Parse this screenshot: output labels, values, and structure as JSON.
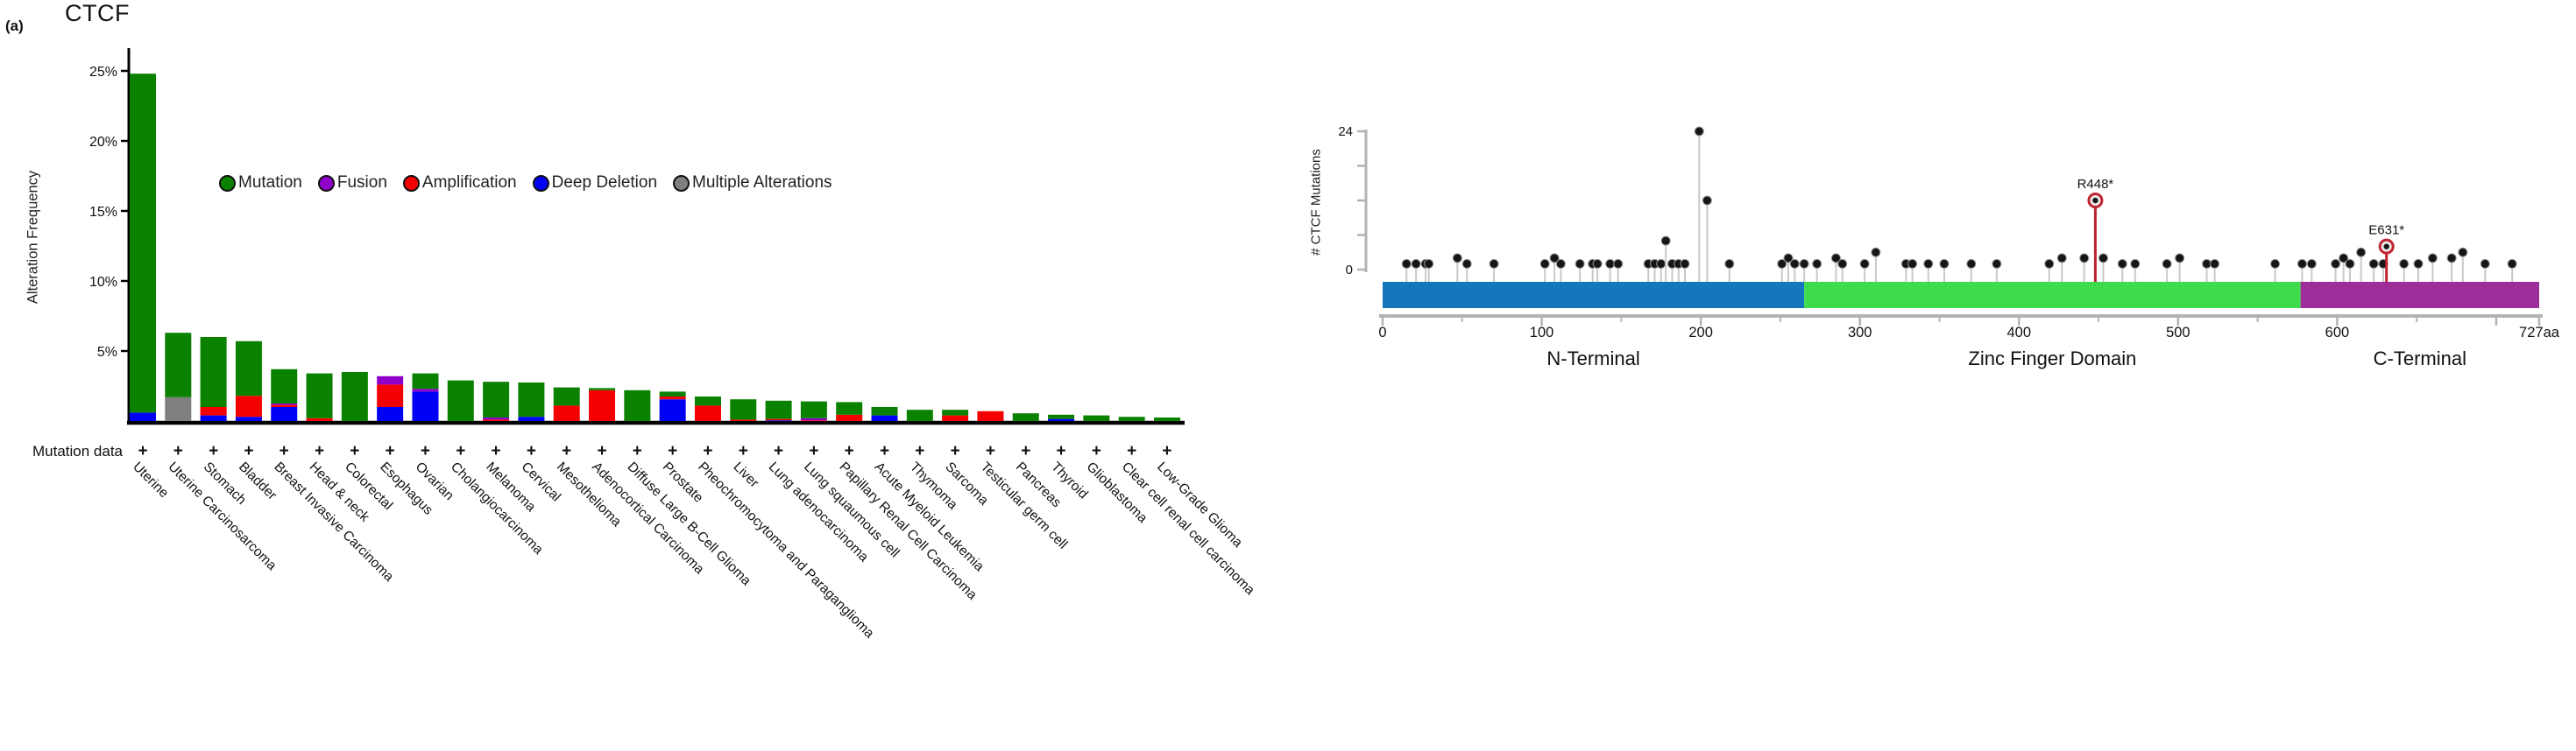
{
  "figure_label": "(a)",
  "colors": {
    "alteration_colors": {
      "mutation": "#0a8200",
      "fusion": "#8f00c9",
      "amplification": "#f40000",
      "deep_deletion": "#0000f5",
      "multiple_alterations": "#7f7f7f"
    },
    "axis_black": "#000000",
    "lollipop_axis_gray": "#b3b3b3",
    "lollipop_stem_gray": "#c9c9c9",
    "lollipop_dot": "#161616",
    "lollipop_highlight_red": "#c02430"
  },
  "chart_data": [
    {
      "type": "bar",
      "title": "CTCF",
      "ylabel": "Alteration Frequency",
      "ylim": [
        0,
        26.5
      ],
      "yticks": [
        5,
        10,
        15,
        20,
        25
      ],
      "ytick_suffix": "%",
      "grid": false,
      "legend_position": "upper-middle",
      "legend": [
        {
          "label": "Mutation",
          "type": "mutation"
        },
        {
          "label": "Fusion",
          "type": "fusion"
        },
        {
          "label": "Amplification",
          "type": "amplification"
        },
        {
          "label": "Deep Deletion",
          "type": "deep_deletion"
        },
        {
          "label": "Multiple Alterations",
          "type": "multiple_alterations"
        }
      ],
      "mutation_data_label": "Mutation data",
      "mutation_data_marker": "+",
      "bars": [
        {
          "name": "Uterine",
          "segments": [
            {
              "type": "deep_deletion",
              "value": 0.6
            },
            {
              "type": "mutation",
              "value": 24.2
            }
          ]
        },
        {
          "name": "Uterine Carcinosarcoma",
          "segments": [
            {
              "type": "multiple_alterations",
              "value": 1.7
            },
            {
              "type": "mutation",
              "value": 4.6
            }
          ]
        },
        {
          "name": "Stomach",
          "segments": [
            {
              "type": "deep_deletion",
              "value": 0.4
            },
            {
              "type": "amplification",
              "value": 0.6
            },
            {
              "type": "mutation",
              "value": 5.0
            }
          ]
        },
        {
          "name": "Bladder",
          "segments": [
            {
              "type": "deep_deletion",
              "value": 0.3
            },
            {
              "type": "amplification",
              "value": 1.5
            },
            {
              "type": "mutation",
              "value": 3.9
            }
          ]
        },
        {
          "name": "Breast Invasive Carcinoma",
          "segments": [
            {
              "type": "deep_deletion",
              "value": 1.0
            },
            {
              "type": "amplification",
              "value": 0.15
            },
            {
              "type": "fusion",
              "value": 0.1
            },
            {
              "type": "mutation",
              "value": 2.45
            }
          ]
        },
        {
          "name": "Head & neck",
          "segments": [
            {
              "type": "amplification",
              "value": 0.2
            },
            {
              "type": "mutation",
              "value": 3.2
            }
          ]
        },
        {
          "name": "Colorectal",
          "segments": [
            {
              "type": "mutation",
              "value": 3.5
            }
          ]
        },
        {
          "name": "Esophagus",
          "segments": [
            {
              "type": "deep_deletion",
              "value": 1.0
            },
            {
              "type": "amplification",
              "value": 1.6
            },
            {
              "type": "fusion",
              "value": 0.6
            }
          ]
        },
        {
          "name": "Ovarian",
          "segments": [
            {
              "type": "deep_deletion",
              "value": 2.1
            },
            {
              "type": "fusion",
              "value": 0.2
            },
            {
              "type": "mutation",
              "value": 1.1
            }
          ]
        },
        {
          "name": "Cholangiocarcinoma",
          "segments": [
            {
              "type": "mutation",
              "value": 2.9
            }
          ]
        },
        {
          "name": "Melanoma",
          "segments": [
            {
              "type": "amplification",
              "value": 0.1
            },
            {
              "type": "fusion",
              "value": 0.15
            },
            {
              "type": "mutation",
              "value": 2.55
            }
          ]
        },
        {
          "name": "Cervical",
          "segments": [
            {
              "type": "deep_deletion",
              "value": 0.3
            },
            {
              "type": "mutation",
              "value": 2.45
            }
          ]
        },
        {
          "name": "Mesothelioma",
          "segments": [
            {
              "type": "amplification",
              "value": 1.1
            },
            {
              "type": "mutation",
              "value": 1.3
            }
          ]
        },
        {
          "name": "Adenocortical Carcinoma",
          "segments": [
            {
              "type": "amplification",
              "value": 2.2
            },
            {
              "type": "mutation",
              "value": 0.15
            }
          ]
        },
        {
          "name": "Diffuse Large B-Cell Glioma",
          "segments": [
            {
              "type": "mutation",
              "value": 2.2
            }
          ]
        },
        {
          "name": "Prostate",
          "segments": [
            {
              "type": "deep_deletion",
              "value": 1.55
            },
            {
              "type": "amplification",
              "value": 0.2
            },
            {
              "type": "mutation",
              "value": 0.35
            }
          ]
        },
        {
          "name": "Pheochromocytoma and Paraganglioma",
          "segments": [
            {
              "type": "amplification",
              "value": 1.1
            },
            {
              "type": "mutation",
              "value": 0.65
            }
          ]
        },
        {
          "name": "Liver",
          "segments": [
            {
              "type": "amplification",
              "value": 0.1
            },
            {
              "type": "mutation",
              "value": 1.45
            }
          ]
        },
        {
          "name": "Lung adenocarcinoma",
          "segments": [
            {
              "type": "deep_deletion",
              "value": 0.05
            },
            {
              "type": "amplification",
              "value": 0.1
            },
            {
              "type": "mutation",
              "value": 1.3
            }
          ]
        },
        {
          "name": "Lung squaumous cell",
          "segments": [
            {
              "type": "amplification",
              "value": 0.05
            },
            {
              "type": "fusion",
              "value": 0.15
            },
            {
              "type": "mutation",
              "value": 1.2
            }
          ]
        },
        {
          "name": "Papillary Renal Cell Carcinoma",
          "segments": [
            {
              "type": "amplification",
              "value": 0.45
            },
            {
              "type": "mutation",
              "value": 0.9
            }
          ]
        },
        {
          "name": "Acute Myeloid Leukemia",
          "segments": [
            {
              "type": "deep_deletion",
              "value": 0.4
            },
            {
              "type": "mutation",
              "value": 0.6
            }
          ]
        },
        {
          "name": "Thymoma",
          "segments": [
            {
              "type": "mutation",
              "value": 0.8
            }
          ]
        },
        {
          "name": "Sarcoma",
          "segments": [
            {
              "type": "amplification",
              "value": 0.4
            },
            {
              "type": "mutation",
              "value": 0.4
            }
          ]
        },
        {
          "name": "Testicular germ cell",
          "segments": [
            {
              "type": "amplification",
              "value": 0.7
            }
          ]
        },
        {
          "name": "Pancreas",
          "segments": [
            {
              "type": "mutation",
              "value": 0.55
            }
          ]
        },
        {
          "name": "Thyroid",
          "segments": [
            {
              "type": "deep_deletion",
              "value": 0.15
            },
            {
              "type": "mutation",
              "value": 0.3
            }
          ]
        },
        {
          "name": "Glioblastoma",
          "segments": [
            {
              "type": "mutation",
              "value": 0.4
            }
          ]
        },
        {
          "name": "Clear cell renal cell carcinoma",
          "segments": [
            {
              "type": "mutation",
              "value": 0.3
            }
          ]
        },
        {
          "name": "Low-Grade Glioma",
          "segments": [
            {
              "type": "mutation",
              "value": 0.25
            }
          ]
        }
      ]
    },
    {
      "type": "lollipop",
      "ylabel": "# CTCF Mutations",
      "ylim": [
        0,
        24
      ],
      "yticks_labeled": [
        24,
        0
      ],
      "yticks_all": [
        0,
        6,
        12,
        18,
        24
      ],
      "xlim": [
        0,
        727
      ],
      "xticks": [
        0,
        100,
        200,
        300,
        400,
        500,
        600
      ],
      "x_end_label": "727aa",
      "domains": [
        {
          "name": "N-Terminal",
          "start": 0,
          "end": 265,
          "color": "#1476bb"
        },
        {
          "name": "Zinc Finger Domain",
          "start": 265,
          "end": 577,
          "color": "#3edc4d"
        },
        {
          "name": "C-Terminal",
          "start": 577,
          "end": 727,
          "color": "#9c2d99"
        }
      ],
      "mutations": [
        [
          15,
          1
        ],
        [
          21,
          1
        ],
        [
          27,
          1
        ],
        [
          29,
          1
        ],
        [
          47,
          2
        ],
        [
          53,
          1
        ],
        [
          70,
          1
        ],
        [
          102,
          1
        ],
        [
          108,
          2
        ],
        [
          112,
          1
        ],
        [
          124,
          1
        ],
        [
          132,
          1
        ],
        [
          135,
          1
        ],
        [
          143,
          1
        ],
        [
          148,
          1
        ],
        [
          167,
          1
        ],
        [
          171,
          1
        ],
        [
          175,
          1
        ],
        [
          178,
          5
        ],
        [
          182,
          1
        ],
        [
          186,
          1
        ],
        [
          190,
          1
        ],
        [
          199,
          24
        ],
        [
          204,
          12
        ],
        [
          218,
          1
        ],
        [
          251,
          1
        ],
        [
          255,
          2
        ],
        [
          259,
          1
        ],
        [
          265,
          1
        ],
        [
          273,
          1
        ],
        [
          285,
          2
        ],
        [
          289,
          1
        ],
        [
          303,
          1
        ],
        [
          310,
          3
        ],
        [
          329,
          1
        ],
        [
          333,
          1
        ],
        [
          343,
          1
        ],
        [
          353,
          1
        ],
        [
          370,
          1
        ],
        [
          386,
          1
        ],
        [
          419,
          1
        ],
        [
          427,
          2
        ],
        [
          441,
          2
        ],
        [
          453,
          2
        ],
        [
          465,
          1
        ],
        [
          473,
          1
        ],
        [
          493,
          1
        ],
        [
          501,
          2
        ],
        [
          518,
          1
        ],
        [
          523,
          1
        ],
        [
          561,
          1
        ],
        [
          578,
          1
        ],
        [
          584,
          1
        ],
        [
          599,
          1
        ],
        [
          604,
          2
        ],
        [
          608,
          1
        ],
        [
          615,
          3
        ],
        [
          623,
          1
        ],
        [
          629,
          1
        ],
        [
          642,
          1
        ],
        [
          651,
          1
        ],
        [
          660,
          2
        ],
        [
          672,
          2
        ],
        [
          679,
          3
        ],
        [
          693,
          1
        ],
        [
          710,
          1
        ]
      ],
      "labeled_mutations": [
        {
          "label": "R448*",
          "aa": 448,
          "count": 12
        },
        {
          "label": "E631*",
          "aa": 631,
          "count": 4
        }
      ]
    }
  ]
}
